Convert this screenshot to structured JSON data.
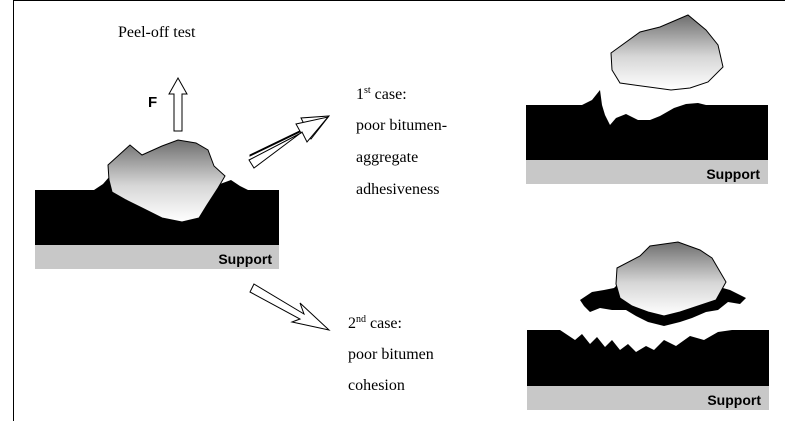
{
  "title": "Peel-off test",
  "force_label": "F",
  "support_label": "Support",
  "case1": {
    "ordinal_number": "1",
    "ordinal_suffix": "st",
    "heading_rest": " case:",
    "lines": [
      "poor bitumen-",
      "aggregate",
      "adhesiveness"
    ]
  },
  "case2": {
    "ordinal_number": "2",
    "ordinal_suffix": "nd",
    "heading_rest": " case:",
    "lines": [
      "poor bitumen",
      "cohesion"
    ]
  },
  "colors": {
    "bitumen": "#000000",
    "support": "#c8c8c8",
    "aggregate_light": "#ffffff",
    "aggregate_dark": "#6e6e6e"
  }
}
